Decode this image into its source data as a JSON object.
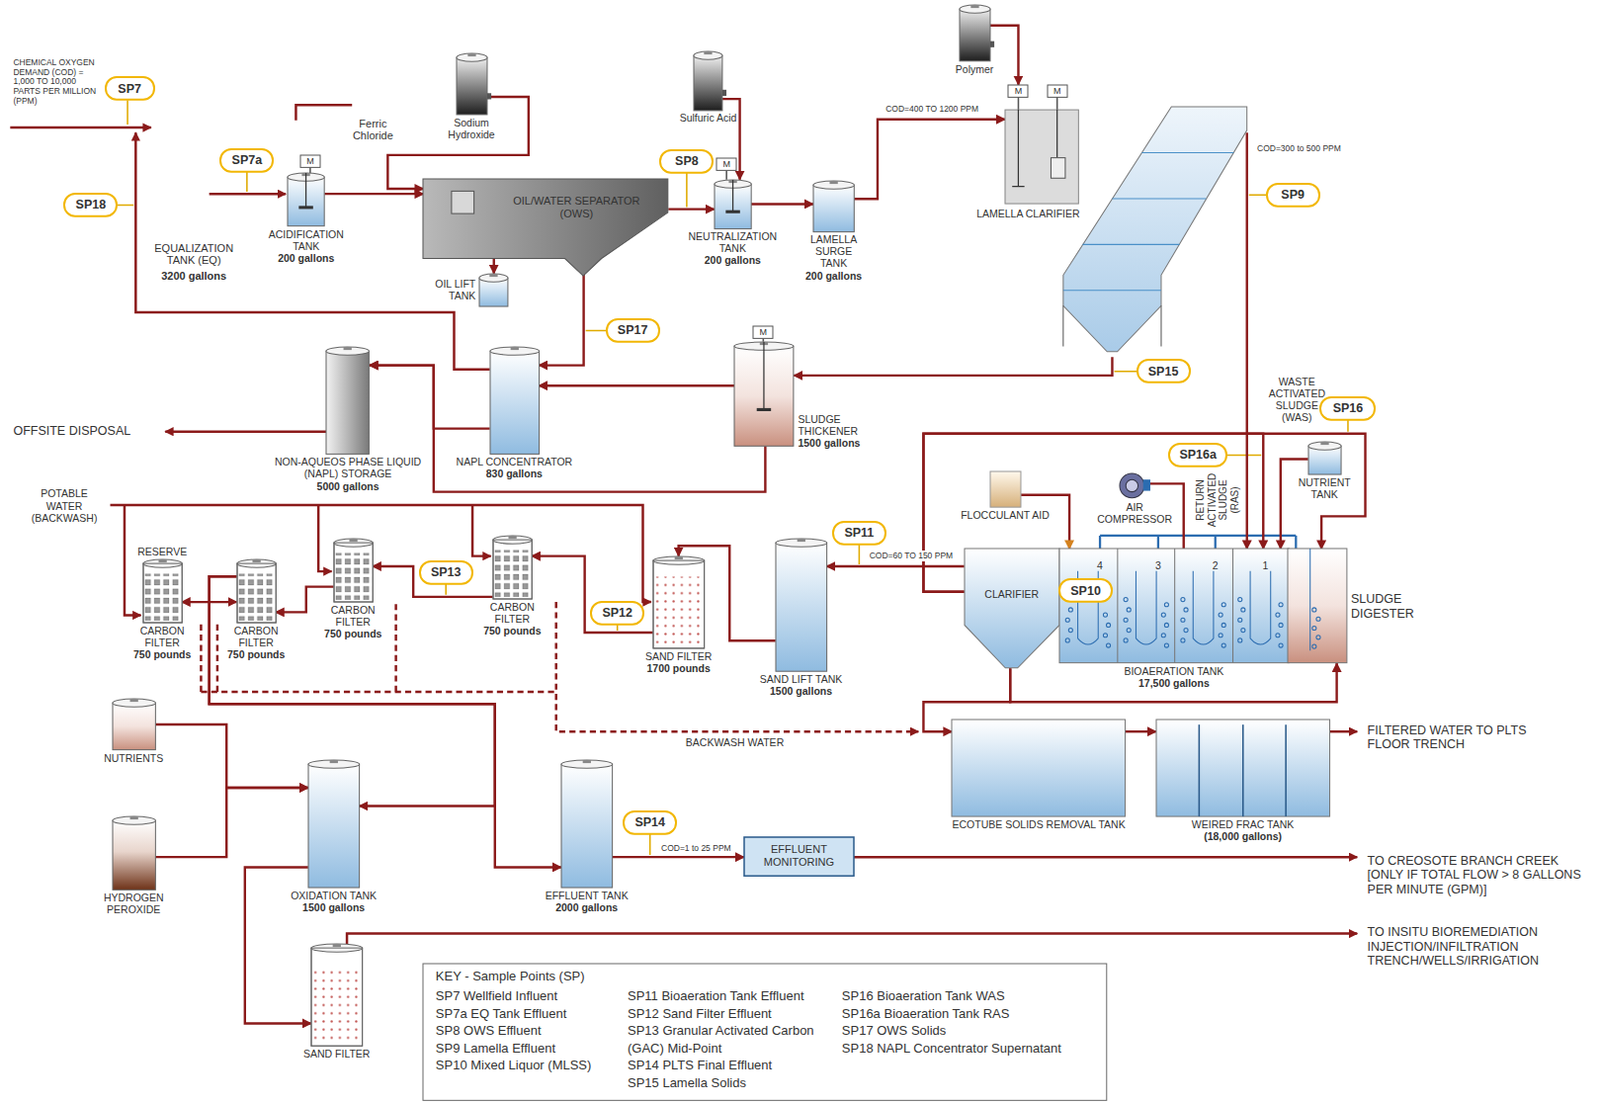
{
  "diagram": {
    "nodes": [
      {
        "text": [
          "Polymer"
        ]
      },
      {
        "text": [
          "M"
        ]
      },
      {
        "text": [
          "M"
        ]
      },
      {
        "text": [
          "Sodium Hydroxide"
        ]
      },
      {
        "text": [
          "Sulfuric Acid"
        ]
      },
      {
        "text": [
          "SP7"
        ]
      },
      {
        "text": [
          "M"
        ]
      },
      {
        "text": [
          "SP7a"
        ]
      },
      {
        "text": [
          "ACIDIFICATION TANK",
          "200 gallons"
        ]
      },
      {
        "text": [
          "OIL/WATER SEPARATOR (OWS)"
        ]
      },
      {
        "text": [
          "SP8"
        ]
      },
      {
        "text": [
          "M"
        ]
      },
      {
        "text": [
          "NEUTRALIZATION TANK",
          "200 gallons"
        ]
      },
      {
        "text": [
          "LAMELLA SURGE TANK",
          "200 gallons"
        ]
      },
      {
        "text": [
          "LAMELLA CLARIFIER"
        ]
      },
      {
        "text": [
          "SP9"
        ]
      },
      {
        "text": [
          "OIL LIFT TANK"
        ]
      },
      {
        "text": [
          "SP18"
        ]
      },
      {
        "text": [
          "SP17"
        ]
      },
      {
        "text": [
          "SP15"
        ]
      },
      {
        "text": [
          "SLUDGE THICKENER",
          "1500 gallons"
        ]
      },
      {
        "text": [
          "NAPL CONCENTRATOR",
          "830 gallons"
        ]
      },
      {
        "text": [
          "NON-AQUEOS PHASE LIQUID (NAPL) STORAGE",
          "5000 gallons"
        ]
      },
      {
        "text": [
          "SP16"
        ]
      },
      {
        "text": [
          "SP16a"
        ]
      },
      {
        "text": [
          "NUTRIENT TANK"
        ]
      },
      {
        "text": [
          "FLOCCULANT AID"
        ]
      },
      {
        "text": [
          "AIR COMPRESSOR"
        ]
      },
      {
        "text": [
          "SP11"
        ]
      },
      {
        "text": [
          "SP13"
        ]
      },
      {
        "text": [
          "SP12"
        ]
      },
      {
        "text": [
          "RESERVE",
          "CARBON FILTER",
          "750 pounds"
        ]
      },
      {
        "text": [
          "CARBON FILTER",
          "750 pounds"
        ]
      },
      {
        "text": [
          "CARBON FILTER",
          "750 pounds"
        ]
      },
      {
        "text": [
          "CARBON FILTER",
          "750 pounds"
        ]
      },
      {
        "text": [
          "SAND FILTER",
          "1700 pounds"
        ]
      },
      {
        "text": [
          "SAND LIFT TANK",
          "1500 gallons"
        ]
      },
      {
        "text": [
          "CLARIFIER"
        ]
      },
      {
        "text": [
          "4",
          "3",
          "2",
          "1",
          "BIOAERATION TANK",
          "17,500 gallons"
        ]
      },
      {
        "text": [
          "SP10"
        ],
        "in": 38
      },
      {
        "text": [
          "SLUDGE DIGESTER"
        ]
      },
      {
        "text": [
          "ECOTUBE SOLIDS REMOVAL TANK"
        ]
      },
      {
        "text": [
          "WEIRED FRAC TANK",
          "(18,000 gallons)"
        ]
      },
      {
        "text": [
          "NUTRIENTS"
        ]
      },
      {
        "text": [
          "HYDROGEN PEROXIDE"
        ]
      },
      {
        "text": [
          "OXIDATION TANK",
          "1500 gallons"
        ]
      },
      {
        "text": [
          "EFFLUENT TANK",
          "2000 gallons"
        ]
      },
      {
        "text": [
          "SP14"
        ]
      },
      {
        "text": [
          "EFFLUENT MONITORING"
        ]
      },
      {
        "text": [
          "SAND FILTER"
        ]
      },
      {
        "text": [
          "KEY - Sample Points (SP)",
          "SP7 Wellfield Influent",
          "SP7a EQ Tank Effluent",
          "SP8 OWS Effluent",
          "SP9 Lamella Effluent",
          "SP10 Mixed Liquor (MLSS)",
          "SP11 Bioaeration Tank Effluent",
          "SP12 Sand Filter Effluent",
          "SP13 Granular Activated Carbon (GAC) Mid-Point",
          "SP14 PLTS Final Effluent",
          "SP15 Lamella Solids",
          "SP16 Bioaeration Tank WAS",
          "SP16a Bioaeration Tank RAS",
          "SP17 OWS Solids",
          "SP18 NAPL Concentrator Supernatant"
        ]
      },
      {
        "text": [
          "M"
        ]
      }
    ],
    "edges": [
      {
        "from": 8,
        "to": 9,
        "arrow": "to"
      },
      {
        "from": 3,
        "to": 9,
        "arrow": "to"
      },
      {
        "from": 9,
        "to": 12,
        "arrow": "to"
      },
      {
        "from": 4,
        "to": 12,
        "arrow": "to"
      },
      {
        "from": 12,
        "to": 13,
        "arrow": "to"
      },
      {
        "from": 13,
        "to": 14,
        "arrow": "to",
        "label": "COD=400 TO 1200 PPM"
      },
      {
        "from": 0,
        "to": 1,
        "arrow": "to"
      },
      {
        "from": 9,
        "to": 16,
        "arrow": "to"
      },
      {
        "from": 9,
        "to": 21,
        "arrow": "to"
      },
      {
        "from": 14,
        "to": 20,
        "arrow": "to"
      },
      {
        "from": 20,
        "to": 21,
        "arrow": "to"
      },
      {
        "from": 20,
        "to": 22,
        "arrow": "to"
      },
      {
        "from": 21,
        "to": 22,
        "arrow": "to"
      },
      {
        "from": 14,
        "to": 38,
        "arrow": "to",
        "label": "COD=300 to 500 PPM"
      },
      {
        "from": 37,
        "to": 38,
        "arrow": "to"
      },
      {
        "from": 37,
        "to": 40,
        "arrow": "to"
      },
      {
        "from": 37,
        "to": 40,
        "arrow": "to"
      },
      {
        "from": 37,
        "to": 41,
        "arrow": "to"
      },
      {
        "from": 37,
        "to": 36,
        "arrow": "to",
        "label": "COD=60 TO 150 PPM"
      },
      {
        "from": 25,
        "to": 38,
        "arrow": "to"
      },
      {
        "from": 26,
        "to": 38,
        "arrow": "to"
      },
      {
        "from": 27,
        "to": 38,
        "arrow": "none"
      },
      {
        "from": 36,
        "to": 35,
        "arrow": "to"
      },
      {
        "from": 35,
        "to": 34,
        "arrow": "to"
      },
      {
        "from": 34,
        "to": 33,
        "arrow": "to"
      },
      {
        "from": 33,
        "to": 32,
        "arrow": "to"
      },
      {
        "from": 31,
        "to": 32,
        "arrow": "both"
      },
      {
        "from": 32,
        "to": 46,
        "arrow": "to"
      },
      {
        "from": 32,
        "to": 45,
        "arrow": "to"
      },
      {
        "from": 43,
        "to": 45,
        "arrow": "to"
      },
      {
        "from": 44,
        "to": 45,
        "arrow": "to"
      },
      {
        "from": 45,
        "to": 49,
        "arrow": "to"
      },
      {
        "from": 46,
        "to": 48,
        "arrow": "to",
        "label": "COD=1 to 25 PPM"
      },
      {
        "from": 41,
        "to": 42,
        "arrow": "to"
      }
    ],
    "labels": [
      "CHEMICAL OXYGEN DEMAND (COD) = 1,000 TO 10,000 PARTS PER MILLION (PPM)",
      "Ferric Chloride",
      "EQUALIZATION TANK (EQ)",
      "3200 gallons",
      "OFFSITE DISPOSAL",
      "POTABLE WATER (BACKWASH)",
      "BACKWASH WATER",
      "WASTE ACTIVATED SLUDGE (WAS)",
      "RETURN ACTIVATED SLUDGE (RAS)",
      "FILTERED WATER TO PLTS FLOOR TRENCH",
      "TO CREOSOTE BRANCH CREEK [ONLY IF TOTAL FLOW > 8 GALLONS PER MINUTE (GPM)]",
      "TO INSITU BIOREMEDIATION INJECTION/INFILTRATION TRENCH/WELLS/IRRIGATION"
    ]
  }
}
